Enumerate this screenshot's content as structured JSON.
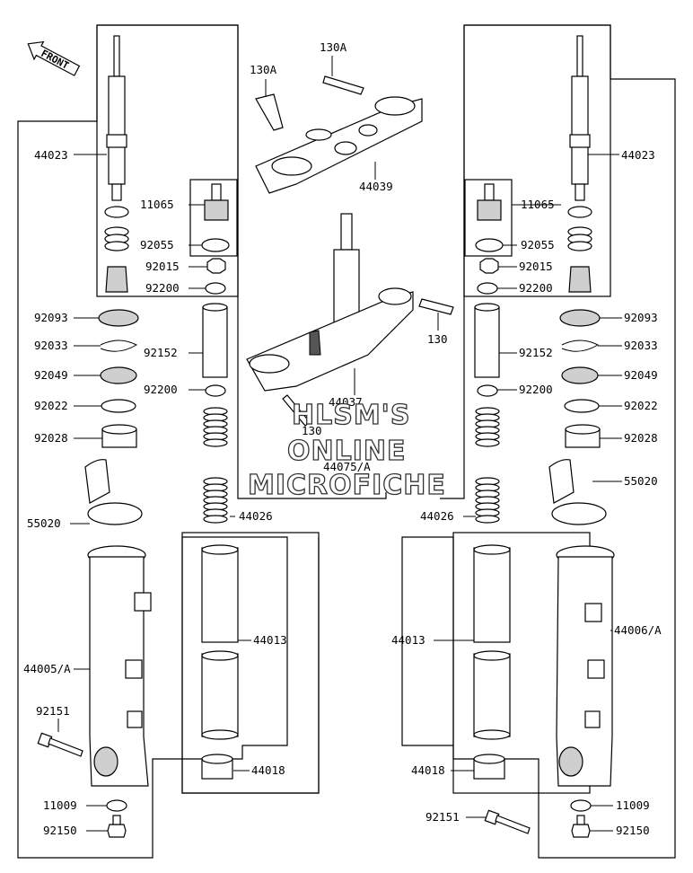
{
  "front_label": "FRONT",
  "watermark": {
    "line1": "HLSM'S",
    "line2": "ONLINE",
    "line3": "MICROFICHE"
  },
  "labels": {
    "l_44023": "44023",
    "l_11065": "11065",
    "l_92055": "92055",
    "l_92015": "92015",
    "l_92200_top": "92200",
    "l_92093": "92093",
    "l_92033": "92033",
    "l_92152": "92152",
    "l_92049": "92049",
    "l_92200_mid": "92200",
    "l_92022": "92022",
    "l_92028": "92028",
    "l_55020": "55020",
    "l_44026": "44026",
    "l_44013": "44013",
    "l_44005": "44005/A",
    "l_92151": "92151",
    "l_44018": "44018",
    "l_11009": "11009",
    "l_92150": "92150",
    "c_130A_a": "130A",
    "c_130A_b": "130A",
    "c_44039": "44039",
    "c_130": "130",
    "c_44037": "44037",
    "c_130_b": "130",
    "c_44075": "44075/A",
    "r_44023": "44023",
    "r_11065": "11065",
    "r_92055": "92055",
    "r_92015": "92015",
    "r_92200_top": "92200",
    "r_92093": "92093",
    "r_92033": "92033",
    "r_92152": "92152",
    "r_92049": "92049",
    "r_92200_mid": "92200",
    "r_92022": "92022",
    "r_92028": "92028",
    "r_55020": "55020",
    "r_44026": "44026",
    "r_44013": "44013",
    "r_44006": "44006/A",
    "r_44018": "44018",
    "r_11009": "11009",
    "r_92150": "92150",
    "r_92151": "92151"
  }
}
